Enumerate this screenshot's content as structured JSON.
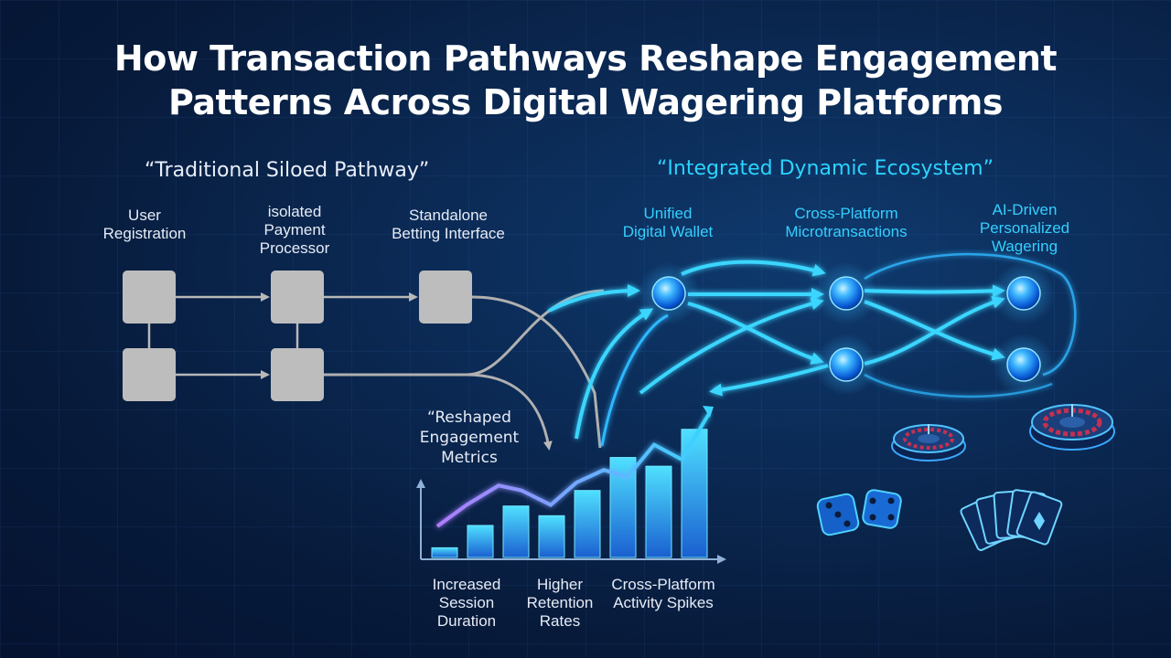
{
  "title": {
    "line1": "How Transaction Pathways Reshape Engagement",
    "line2": "Patterns Across Digital Wagering Platforms"
  },
  "traditional": {
    "heading": "“Traditional Siloed Pathway”",
    "steps": [
      {
        "line1": "User",
        "line2": "Registration"
      },
      {
        "line1": "isolated",
        "line2": "Payment",
        "line3": "Processor"
      },
      {
        "line1": "Standalone",
        "line2": "Betting Interface"
      }
    ]
  },
  "integrated": {
    "heading": "“Integrated Dynamic Ecosystem”",
    "nodes": [
      {
        "line1": "Unified",
        "line2": "Digital Wallet"
      },
      {
        "line1": "Cross-Platform",
        "line2": "Microtransactions"
      },
      {
        "line1": "AI-Driven",
        "line2": "Personalized",
        "line3": "Wagering"
      }
    ]
  },
  "metrics": {
    "heading_line1": "“Reshaped",
    "heading_line2": "Engagement",
    "heading_line3": "Metrics",
    "labels": [
      {
        "line1": "Increased",
        "line2": "Session",
        "line3": "Duration"
      },
      {
        "line1": "Higher",
        "line2": "Retention",
        "line3": "Rates"
      },
      {
        "line1": "Cross-Platform",
        "line2": "Activity Spikes"
      }
    ]
  },
  "chart_data": {
    "type": "bar",
    "title": "",
    "xlabel": "",
    "ylabel": "",
    "values": [
      1,
      3.3,
      5.3,
      4.3,
      6.9,
      10.3,
      9.4,
      13.2
    ],
    "ylim": [
      0,
      16
    ],
    "trend": "line rising over bars"
  },
  "icons": [
    "roulette-wheel-icon",
    "roulette-wheel-icon",
    "dice-icon",
    "playing-cards-icon"
  ],
  "colors": {
    "accent": "#2ad4ff",
    "gray_box": "#bfbfbf",
    "node_glow": "#1e9bff"
  }
}
